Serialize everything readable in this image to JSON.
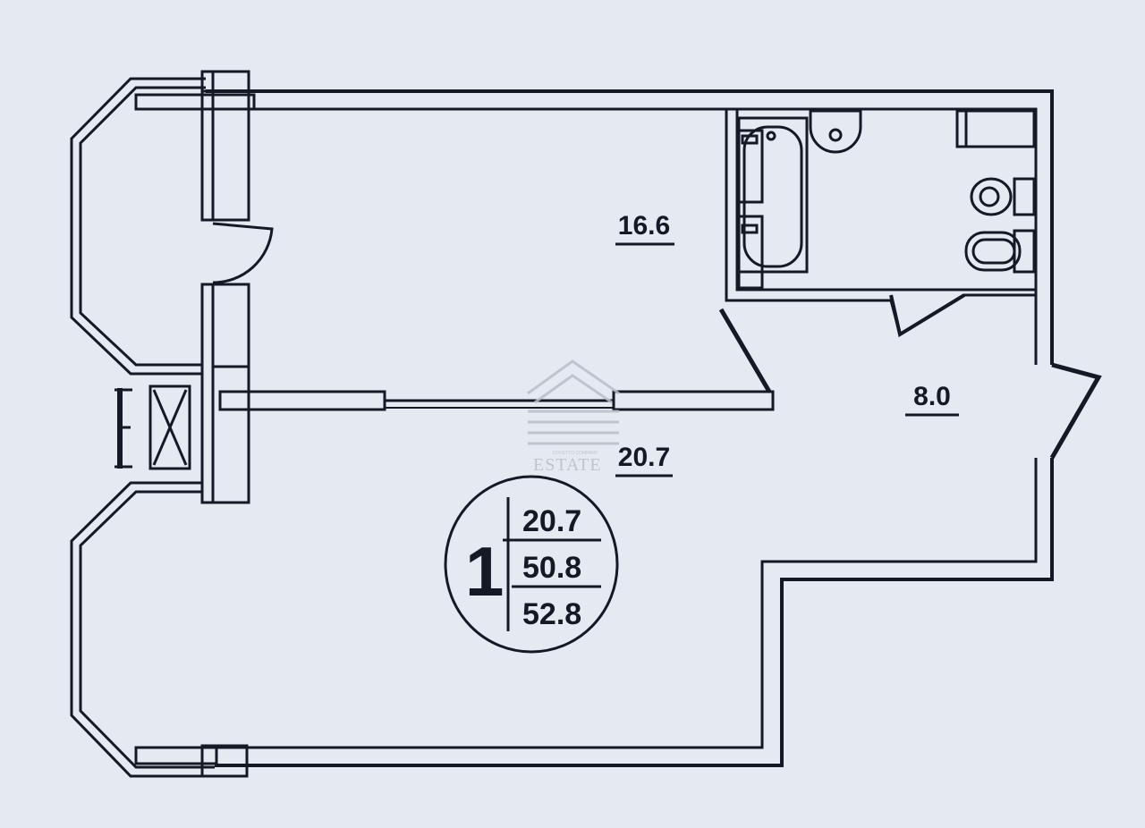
{
  "rooms": [
    {
      "id": "bedroom",
      "area": "16.6"
    },
    {
      "id": "kitchen",
      "area": "20.7"
    },
    {
      "id": "hall",
      "area": "8.0"
    }
  ],
  "summary": {
    "room_count": "1",
    "living_area": "20.7",
    "total_area": "50.8",
    "area_with_balcony": "52.8"
  },
  "watermark": {
    "name": "ESTATE",
    "tagline": "DOVETTO COMPANY"
  },
  "colors": {
    "background": "#e4e9f2",
    "wall": "#141925",
    "watermark": "#b9bfca"
  }
}
